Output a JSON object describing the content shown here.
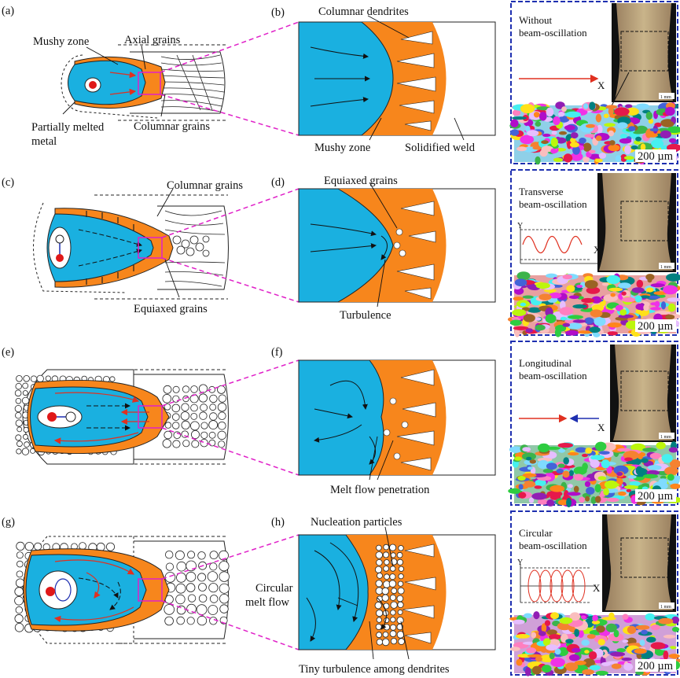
{
  "panels": {
    "a": {
      "letter": "(a)",
      "mushy": "Mushy zone",
      "axial": "Axial grains",
      "partial1": "Partially melted",
      "partial2": "metal",
      "columnar": "Columnar grains"
    },
    "b": {
      "letter": "(b)",
      "dendrites": "Columnar dendrites",
      "mushy": "Mushy zone",
      "solid": "Solidified weld"
    },
    "c": {
      "letter": "(c)",
      "columnar": "Columnar grains",
      "equiaxed": "Equiaxed grains"
    },
    "d": {
      "letter": "(d)",
      "equiaxed": "Equiaxed grains",
      "turbulence": "Turbulence"
    },
    "e": {
      "letter": "(e)"
    },
    "f": {
      "letter": "(f)",
      "penetration": "Melt flow penetration"
    },
    "g": {
      "letter": "(g)"
    },
    "h": {
      "letter": "(h)",
      "nucleation": "Nucleation particles",
      "circular1": "Circular",
      "circular2": "melt flow",
      "tiny": "Tiny turbulence among dendrites"
    }
  },
  "photos": [
    {
      "title1": "Without",
      "title2": "beam-oscillation",
      "scale": "200 µm",
      "mm": "1 mm",
      "axis_x": "X"
    },
    {
      "title1": "Transverse",
      "title2": "beam-oscillation",
      "scale": "200 µm",
      "mm": "1 mm",
      "axis_x": "X",
      "axis_y": "Y"
    },
    {
      "title1": "Longitudinal",
      "title2": "beam-oscillation",
      "scale": "200 µm",
      "mm": "1 mm",
      "axis_x": "X"
    },
    {
      "title1": "Circular",
      "title2": "beam-oscillation",
      "scale": "200 µm",
      "mm": "1 mm",
      "axis_x": "X",
      "axis_y": "Y"
    }
  ],
  "colors": {
    "pool": "#1ab0e0",
    "mushy": "#f7861c",
    "magenta": "#e020c8",
    "frame": "#1e2fb0",
    "flow": "#e03020",
    "keyhole": "#e01818"
  }
}
